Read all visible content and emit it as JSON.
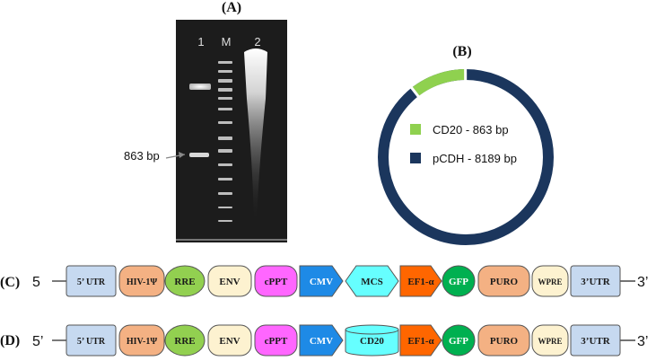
{
  "panels": {
    "a_label": "(A)",
    "b_label": "(B)",
    "c_label": "(C)",
    "d_label": "(D)"
  },
  "gel": {
    "lane_labels": [
      "1",
      "M",
      "2"
    ],
    "band_annotation": "863 bp"
  },
  "plasmid": {
    "legend": [
      {
        "label": "CD20 - 863 bp",
        "color": "#8fd14f",
        "fraction": 0.105
      },
      {
        "label": "pCDH - 8189 bp",
        "color": "#1b365d",
        "fraction": 0.895
      }
    ]
  },
  "constructs": {
    "c": {
      "left_end": "5",
      "right_end": "3’",
      "elements": [
        "5’ UTR",
        "HIV-1Ψ",
        "RRE",
        "ENV",
        "cPPT",
        "CMV",
        "MCS",
        "EF1-α",
        "GFP",
        "PURO",
        "WPRE",
        "3’UTR"
      ]
    },
    "d": {
      "left_end": "5’",
      "right_end": "3’",
      "elements": [
        "5’ UTR",
        "HIV-1Ψ",
        "RRE",
        "ENV",
        "cPPT",
        "CMV",
        "CD20",
        "EF1-α",
        "GFP",
        "PURO",
        "WPRE",
        "3’UTR"
      ]
    }
  },
  "colors": {
    "utr": "#c6d9f0",
    "hiv": "#f4b183",
    "rre": "#92d050",
    "env": "#fdf2d0",
    "cppt": "#ff66ff",
    "cmv": "#1e8ae6",
    "mcs": "#66ffff",
    "ef1a": "#ff6600",
    "gfp": "#00b050",
    "puro": "#f4b183",
    "wpre": "#fdf2d0",
    "ring_vector": "#1b365d",
    "ring_insert": "#8fd14f"
  }
}
